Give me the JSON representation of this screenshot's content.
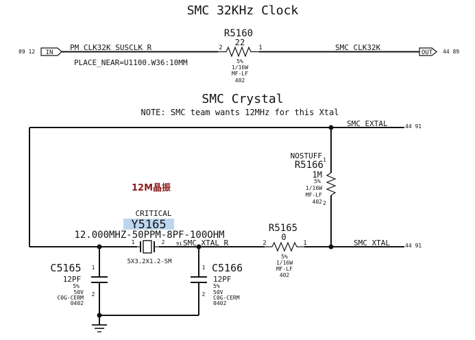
{
  "clock": {
    "title": "SMC 32KHz Clock",
    "in_port": {
      "label": "IN",
      "ref": "89 12",
      "net": "PM_CLK32K_SUSCLK_R"
    },
    "place_near": "PLACE_NEAR=U1100.W36:10MM",
    "resistor": {
      "ref": "R5160",
      "value": "22",
      "pin_left": "2",
      "pin_right": "1",
      "tol": "5%",
      "power": "1/16W",
      "type": "MF-LF",
      "pkg": "402"
    },
    "out_port": {
      "label": "OUT",
      "ref": "44 89",
      "net": "SMC_CLK32K"
    }
  },
  "crystal": {
    "title": "SMC Crystal",
    "note": "NOTE: SMC team wants 12MHz for this Xtal",
    "annotation": "12M晶振",
    "extal_net": {
      "name": "SMC_EXTAL",
      "ref": "44 91"
    },
    "xtal_net": {
      "name": "SMC_XTAL",
      "ref": "44 91"
    },
    "xtal_r_net": {
      "name": "SMC_XTAL_R",
      "ref": "91"
    },
    "r5166": {
      "nostuff": "NOSTUFF",
      "ref": "R5166",
      "value": "1M",
      "pin_top": "1",
      "pin_bottom": "2",
      "tol": "5%",
      "power": "1/16W",
      "type": "MF-LF",
      "pkg": "402"
    },
    "r5165": {
      "ref": "R5165",
      "value": "0",
      "pin_left": "2",
      "pin_right": "1",
      "tol": "5%",
      "power": "1/16W",
      "type": "MF-LF",
      "pkg": "402"
    },
    "y5165": {
      "critical": "CRITICAL",
      "ref": "Y5165",
      "value": "12.000MHZ-50PPM-8PF-100OHM",
      "pin_left": "1",
      "pin_right": "2",
      "pkg": "5X3.2X1.2-SM"
    },
    "c5165": {
      "ref": "C5165",
      "pin_top": "1",
      "pin_bottom": "2",
      "value": "12PF",
      "tol": "5%",
      "volt": "50V",
      "type": "C0G-CERM",
      "pkg": "0402"
    },
    "c5166": {
      "ref": "C5166",
      "pin_top": "1",
      "pin_bottom": "2",
      "value": "12PF",
      "tol": "5%",
      "volt": "50V",
      "type": "C0G-CERM",
      "pkg": "0402"
    }
  },
  "colors": {
    "annotation": "#8b1a1a",
    "highlight": "#bcd6ee",
    "ink": "#111111"
  }
}
